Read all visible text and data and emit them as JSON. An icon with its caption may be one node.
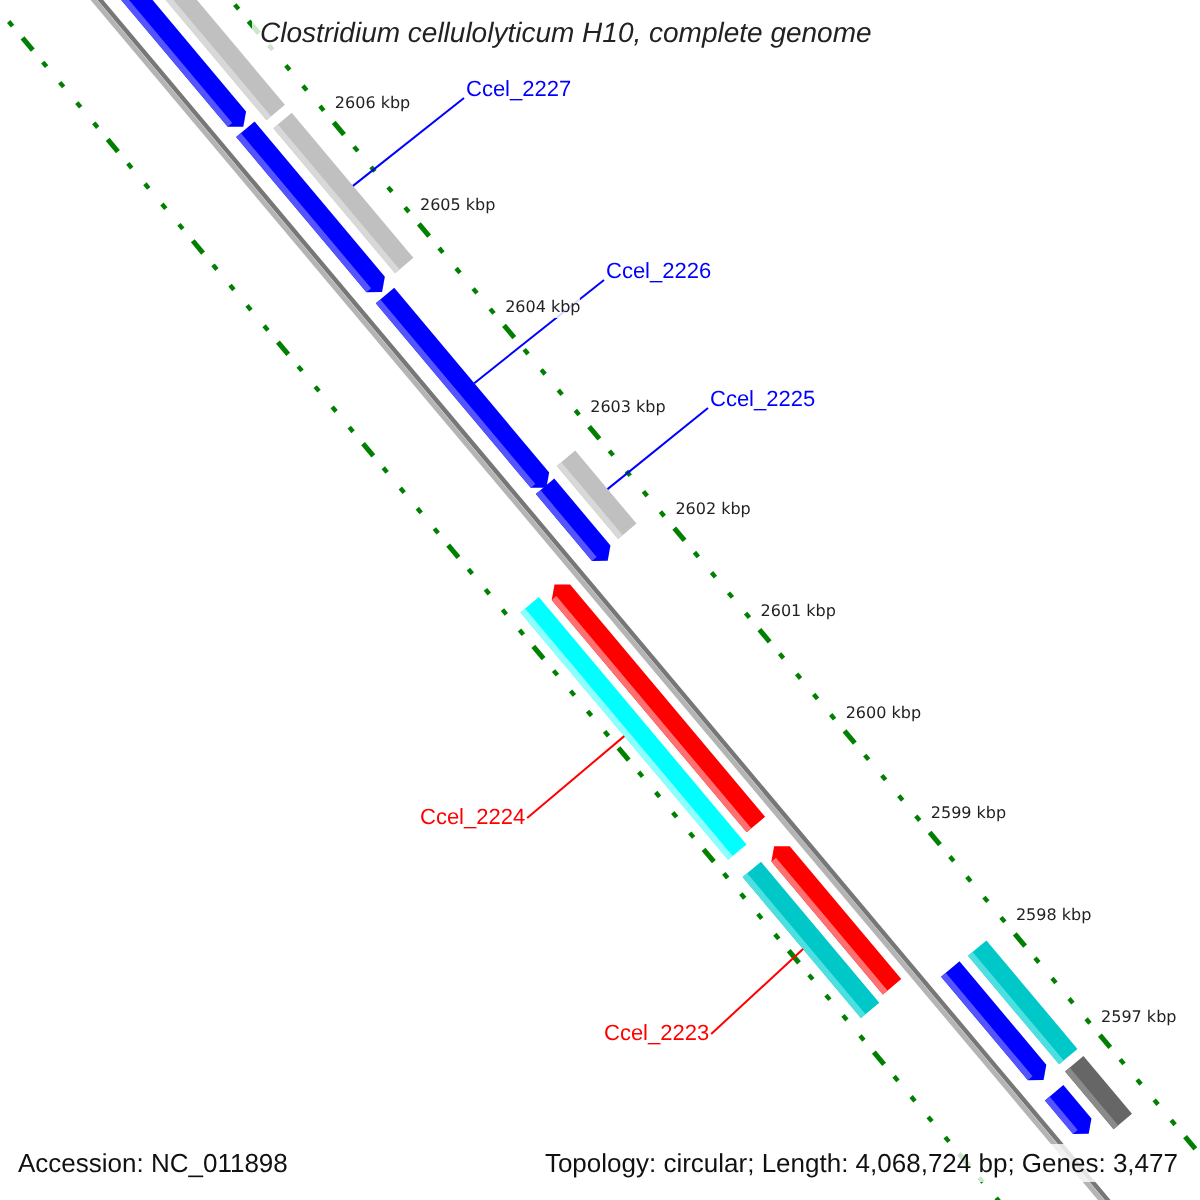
{
  "diagram": {
    "title": "Clostridium cellulolyticum H10, complete genome",
    "nodes": [
      {
        "text": [
          "Ccel_2227"
        ]
      },
      {
        "text": [
          "Ccel_2226"
        ]
      },
      {
        "text": [
          "Ccel_2225"
        ]
      },
      {
        "text": [
          "Ccel_2224"
        ]
      },
      {
        "text": [
          "Ccel_2223"
        ]
      },
      {
        "text": [],
        "shape": "arrow"
      },
      {
        "text": [],
        "shape": "bar"
      },
      {
        "text": [],
        "shape": "arrow"
      },
      {
        "text": [],
        "shape": "bar"
      },
      {
        "text": [],
        "shape": "arrow"
      },
      {
        "text": [],
        "shape": "bar"
      },
      {
        "text": [],
        "shape": "arrow"
      },
      {
        "text": [],
        "shape": "bar"
      },
      {
        "text": [],
        "shape": "arrow"
      },
      {
        "text": [],
        "shape": "bar"
      },
      {
        "text": [],
        "shape": "arrow"
      },
      {
        "text": [],
        "shape": "arrow"
      },
      {
        "text": [],
        "shape": "bar"
      },
      {
        "text": [],
        "shape": "bar"
      },
      {
        "text": [],
        "shape": "arrow"
      }
    ],
    "edges": [
      {
        "from": 0,
        "to": 8,
        "arrow": "none"
      },
      {
        "from": 1,
        "to": 9,
        "arrow": "none"
      },
      {
        "from": 2,
        "to": 10,
        "arrow": "none"
      },
      {
        "from": 3,
        "to": 12,
        "arrow": "none",
        "color": "#ff0000"
      },
      {
        "from": 4,
        "to": 14,
        "arrow": "none",
        "color": "#ff0000"
      }
    ],
    "labels": [
      "2606 kbp",
      "2605 kbp",
      "2604 kbp",
      "2603 kbp",
      "2602 kbp",
      "2601 kbp",
      "2600 kbp",
      "2599 kbp",
      "2598 kbp",
      "2597 kbp",
      "Accession: NC_011898",
      "Topology: circular; Length: 4,068,724 bp; Genes: 3,477"
    ]
  }
}
